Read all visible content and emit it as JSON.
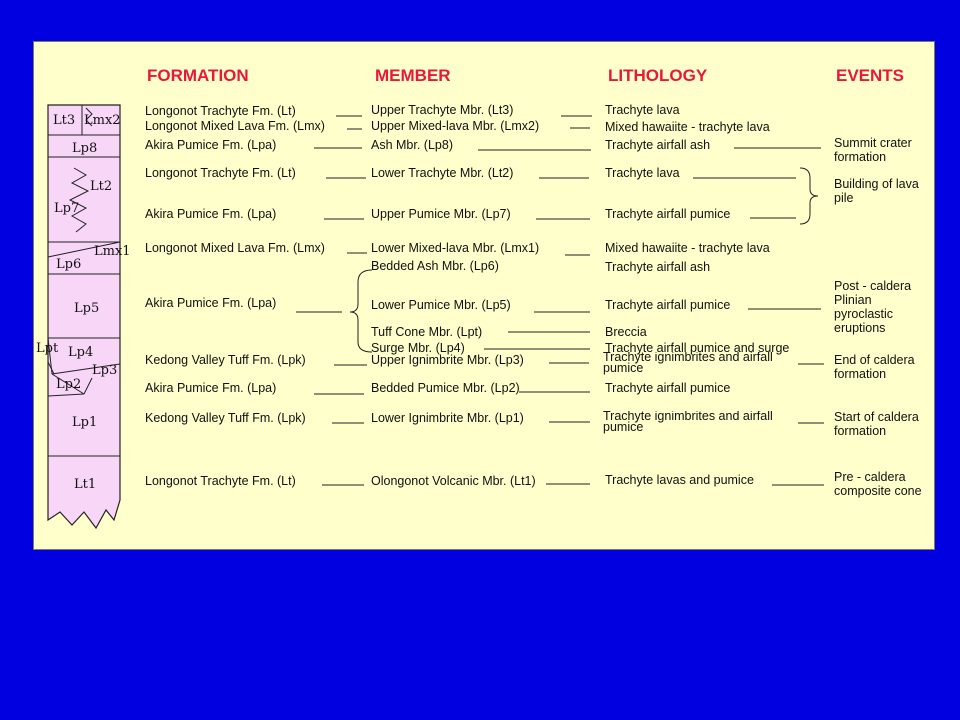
{
  "colors": {
    "background": "#0000e0",
    "panel": "#ffffcc",
    "header": "#e8183c",
    "column_fill": "#f8d6f8"
  },
  "headers": {
    "formation": "FORMATION",
    "member": "MEMBER",
    "lithology": "LITHOLOGY",
    "events": "EVENTS"
  },
  "column_labels": [
    "Lt3",
    "Lmx2",
    "Lp8",
    "Lt2",
    "Lp7",
    "Lmx1",
    "Lp6",
    "Lp5",
    "Lpt",
    "Lp4",
    "Lp3",
    "Lp2",
    "Lp1",
    "Lt1"
  ],
  "rows": [
    {
      "formation": "Longonot Trachyte Fm. (Lt)",
      "member": "Upper Trachyte  Mbr. (Lt3)",
      "lithology": "Trachyte lava"
    },
    {
      "formation": "Longonot Mixed Lava Fm. (Lmx)",
      "member": "Upper Mixed-lava Mbr. (Lmx2)",
      "lithology": "Mixed hawaiite - trachyte lava"
    },
    {
      "formation": "Akira Pumice Fm. (Lpa)",
      "member": "Ash Mbr. (Lp8)",
      "lithology": "Trachyte airfall ash"
    },
    {
      "formation": "Longonot Trachyte Fm. (Lt)",
      "member": "Lower Trachyte Mbr. (Lt2)",
      "lithology": "Trachyte lava"
    },
    {
      "formation": "Akira Pumice Fm. (Lpa)",
      "member": "Upper Pumice Mbr. (Lp7)",
      "lithology": "Trachyte airfall pumice"
    },
    {
      "formation": "Longonot Mixed Lava Fm. (Lmx)",
      "member": "Lower Mixed-lava Mbr. (Lmx1)",
      "lithology": "Mixed hawaiite - trachyte lava"
    },
    {
      "formation": "",
      "member": "Bedded Ash Mbr. (Lp6)",
      "lithology": "Trachyte airfall ash"
    },
    {
      "formation": "Akira Pumice Fm. (Lpa)",
      "member": "Lower Pumice Mbr. (Lp5)",
      "lithology": "Trachyte airfall pumice"
    },
    {
      "formation": "",
      "member": "Tuff Cone Mbr. (Lpt)",
      "lithology": "Breccia"
    },
    {
      "formation": "",
      "member": "Surge Mbr. (Lp4)",
      "lithology": "Trachyte airfall pumice and surge"
    },
    {
      "formation": "Kedong Valley Tuff Fm. (Lpk)",
      "member": "Upper Ignimbrite Mbr. (Lp3)",
      "lithology": "Trachyte ignimbrites and airfall pumice"
    },
    {
      "formation": "Akira Pumice Fm. (Lpa)",
      "member": "Bedded  Pumice Mbr. (Lp2)",
      "lithology": "Trachyte airfall pumice"
    },
    {
      "formation": "Kedong Valley Tuff Fm. (Lpk)",
      "member": "Lower Ignimbrite Mbr. (Lp1)",
      "lithology": "Trachyte ignimbrites and airfall pumice"
    },
    {
      "formation": "Longonot Trachyte Fm. (Lt)",
      "member": "Olongonot Volcanic Mbr. (Lt1)",
      "lithology": "Trachyte lavas and pumice"
    }
  ],
  "events": [
    "Summit crater formation",
    "Building of lava pile",
    "Post - caldera Plinian pyroclastic eruptions",
    "End of caldera formation",
    "Start of caldera formation",
    "Pre - caldera composite cone"
  ]
}
